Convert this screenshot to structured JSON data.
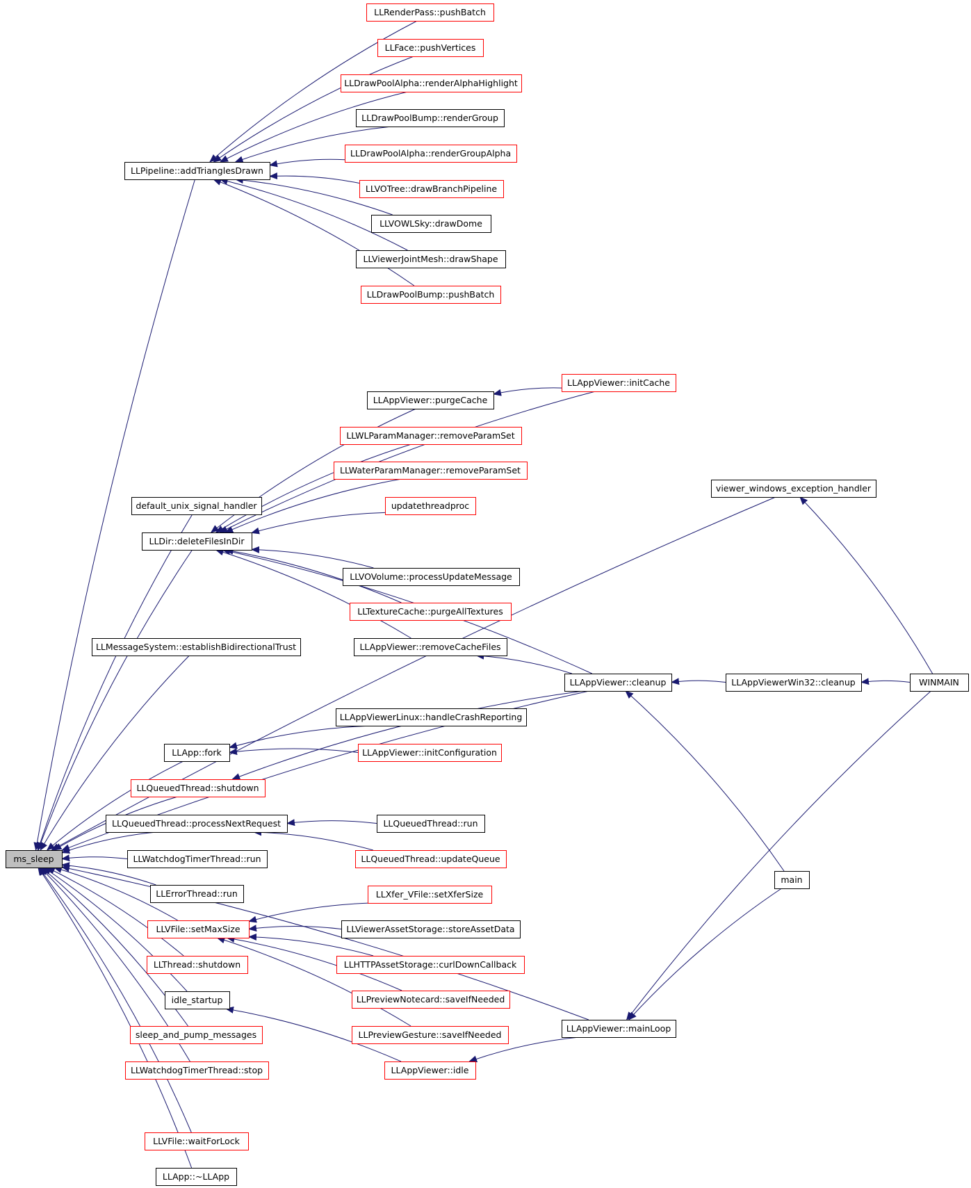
{
  "colors": {
    "edge": "#191970",
    "truncated_border": "#ff0000",
    "normal_border": "#000000",
    "root_fill": "#bfbfbf"
  },
  "nodes": [
    {
      "id": "ms_sleep",
      "label": "ms_sleep",
      "style": "root"
    },
    {
      "id": "addTriangles",
      "label": "LLPipeline::addTrianglesDrawn",
      "style": "normal"
    },
    {
      "id": "rp_pushBatch",
      "label": "LLRenderPass::pushBatch",
      "style": "truncated"
    },
    {
      "id": "face_pushVerts",
      "label": "LLFace::pushVertices",
      "style": "truncated"
    },
    {
      "id": "dpa_renderAlphaHL",
      "label": "LLDrawPoolAlpha::renderAlphaHighlight",
      "style": "truncated"
    },
    {
      "id": "dpb_renderGroup",
      "label": "LLDrawPoolBump::renderGroup",
      "style": "normal"
    },
    {
      "id": "dpa_renderGroupAlpha",
      "label": "LLDrawPoolAlpha::renderGroupAlpha",
      "style": "truncated"
    },
    {
      "id": "votree_drawBranch",
      "label": "LLVOTree::drawBranchPipeline",
      "style": "truncated"
    },
    {
      "id": "vowlsky_drawDome",
      "label": "LLVOWLSky::drawDome",
      "style": "normal"
    },
    {
      "id": "vjm_drawShape",
      "label": "LLViewerJointMesh::drawShape",
      "style": "normal"
    },
    {
      "id": "dpb_pushBatch",
      "label": "LLDrawPoolBump::pushBatch",
      "style": "truncated"
    },
    {
      "id": "av_initCache",
      "label": "LLAppViewer::initCache",
      "style": "truncated"
    },
    {
      "id": "av_purgeCache",
      "label": "LLAppViewer::purgeCache",
      "style": "normal"
    },
    {
      "id": "wlpm_remove",
      "label": "LLWLParamManager::removeParamSet",
      "style": "truncated"
    },
    {
      "id": "wpm_remove",
      "label": "LLWaterParamManager::removeParamSet",
      "style": "truncated"
    },
    {
      "id": "updatethreadproc",
      "label": "updatethreadproc",
      "style": "truncated"
    },
    {
      "id": "vwe_handler",
      "label": "viewer_windows_exception_handler",
      "style": "normal"
    },
    {
      "id": "default_unix",
      "label": "default_unix_signal_handler",
      "style": "normal"
    },
    {
      "id": "dir_delete",
      "label": "LLDir::deleteFilesInDir",
      "style": "normal"
    },
    {
      "id": "vov_processUpdate",
      "label": "LLVOVolume::processUpdateMessage",
      "style": "normal"
    },
    {
      "id": "tc_purgeAll",
      "label": "LLTextureCache::purgeAllTextures",
      "style": "truncated"
    },
    {
      "id": "ms_establish",
      "label": "LLMessageSystem::establishBidirectionalTrust",
      "style": "normal"
    },
    {
      "id": "av_removeCache",
      "label": "LLAppViewer::removeCacheFiles",
      "style": "normal"
    },
    {
      "id": "av_cleanup",
      "label": "LLAppViewer::cleanup",
      "style": "normal"
    },
    {
      "id": "avw32_cleanup",
      "label": "LLAppViewerWin32::cleanup",
      "style": "normal"
    },
    {
      "id": "winmain",
      "label": "WINMAIN",
      "style": "normal"
    },
    {
      "id": "avl_handleCrash",
      "label": "LLAppViewerLinux::handleCrashReporting",
      "style": "normal"
    },
    {
      "id": "app_fork",
      "label": "LLApp::fork",
      "style": "normal"
    },
    {
      "id": "av_initConfig",
      "label": "LLAppViewer::initConfiguration",
      "style": "truncated"
    },
    {
      "id": "qt_shutdown",
      "label": "LLQueuedThread::shutdown",
      "style": "truncated"
    },
    {
      "id": "qt_processNext",
      "label": "LLQueuedThread::processNextRequest",
      "style": "normal"
    },
    {
      "id": "qt_run",
      "label": "LLQueuedThread::run",
      "style": "normal"
    },
    {
      "id": "qt_updateQueue",
      "label": "LLQueuedThread::updateQueue",
      "style": "truncated"
    },
    {
      "id": "wtt_run",
      "label": "LLWatchdogTimerThread::run",
      "style": "normal"
    },
    {
      "id": "main",
      "label": "main",
      "style": "normal"
    },
    {
      "id": "et_run",
      "label": "LLErrorThread::run",
      "style": "normal"
    },
    {
      "id": "xfer_setSize",
      "label": "LLXfer_VFile::setXferSize",
      "style": "truncated"
    },
    {
      "id": "vfile_setMax",
      "label": "LLVFile::setMaxSize",
      "style": "truncated"
    },
    {
      "id": "vas_store",
      "label": "LLViewerAssetStorage::storeAssetData",
      "style": "normal"
    },
    {
      "id": "thread_shutdown",
      "label": "LLThread::shutdown",
      "style": "truncated"
    },
    {
      "id": "http_curlDown",
      "label": "LLHTTPAssetStorage::curlDownCallback",
      "style": "truncated"
    },
    {
      "id": "pn_save",
      "label": "LLPreviewNotecard::saveIfNeeded",
      "style": "truncated"
    },
    {
      "id": "idle_startup",
      "label": "idle_startup",
      "style": "normal"
    },
    {
      "id": "pg_save",
      "label": "LLPreviewGesture::saveIfNeeded",
      "style": "truncated"
    },
    {
      "id": "av_mainLoop",
      "label": "LLAppViewer::mainLoop",
      "style": "normal"
    },
    {
      "id": "sleep_pump",
      "label": "sleep_and_pump_messages",
      "style": "truncated"
    },
    {
      "id": "wtt_stop",
      "label": "LLWatchdogTimerThread::stop",
      "style": "truncated"
    },
    {
      "id": "av_idle",
      "label": "LLAppViewer::idle",
      "style": "truncated"
    },
    {
      "id": "vfile_waitLock",
      "label": "LLVFile::waitForLock",
      "style": "truncated"
    },
    {
      "id": "app_dtor",
      "label": "LLApp::~LLApp",
      "style": "normal"
    }
  ],
  "edges": [
    {
      "from": "addTriangles",
      "to": "ms_sleep"
    },
    {
      "from": "rp_pushBatch",
      "to": "addTriangles"
    },
    {
      "from": "face_pushVerts",
      "to": "addTriangles"
    },
    {
      "from": "dpa_renderAlphaHL",
      "to": "addTriangles"
    },
    {
      "from": "dpb_renderGroup",
      "to": "addTriangles"
    },
    {
      "from": "dpa_renderGroupAlpha",
      "to": "addTriangles"
    },
    {
      "from": "votree_drawBranch",
      "to": "addTriangles"
    },
    {
      "from": "vowlsky_drawDome",
      "to": "addTriangles"
    },
    {
      "from": "vjm_drawShape",
      "to": "addTriangles"
    },
    {
      "from": "dpb_pushBatch",
      "to": "addTriangles"
    },
    {
      "from": "vwe_handler",
      "to": "ms_sleep"
    },
    {
      "from": "winmain",
      "to": "vwe_handler"
    },
    {
      "from": "av_initCache",
      "to": "av_purgeCache"
    },
    {
      "from": "av_purgeCache",
      "to": "dir_delete"
    },
    {
      "from": "av_initCache",
      "to": "dir_delete"
    },
    {
      "from": "wlpm_remove",
      "to": "dir_delete"
    },
    {
      "from": "wpm_remove",
      "to": "dir_delete"
    },
    {
      "from": "updatethreadproc",
      "to": "dir_delete"
    },
    {
      "from": "av_cleanup",
      "to": "dir_delete"
    },
    {
      "from": "vov_processUpdate",
      "to": "dir_delete"
    },
    {
      "from": "tc_purgeAll",
      "to": "dir_delete"
    },
    {
      "from": "av_removeCache",
      "to": "dir_delete"
    },
    {
      "from": "av_cleanup",
      "to": "av_removeCache"
    },
    {
      "from": "default_unix",
      "to": "ms_sleep"
    },
    {
      "from": "dir_delete",
      "to": "ms_sleep"
    },
    {
      "from": "ms_establish",
      "to": "ms_sleep"
    },
    {
      "from": "av_cleanup",
      "to": "ms_sleep"
    },
    {
      "from": "avw32_cleanup",
      "to": "av_cleanup"
    },
    {
      "from": "winmain",
      "to": "avw32_cleanup"
    },
    {
      "from": "main",
      "to": "av_cleanup"
    },
    {
      "from": "avl_handleCrash",
      "to": "app_fork"
    },
    {
      "from": "av_initConfig",
      "to": "app_fork"
    },
    {
      "from": "app_fork",
      "to": "ms_sleep"
    },
    {
      "from": "av_cleanup",
      "to": "qt_shutdown"
    },
    {
      "from": "qt_shutdown",
      "to": "ms_sleep"
    },
    {
      "from": "qt_run",
      "to": "qt_processNext"
    },
    {
      "from": "qt_updateQueue",
      "to": "qt_processNext"
    },
    {
      "from": "qt_processNext",
      "to": "ms_sleep"
    },
    {
      "from": "wtt_run",
      "to": "ms_sleep"
    },
    {
      "from": "et_run",
      "to": "ms_sleep"
    },
    {
      "from": "xfer_setSize",
      "to": "vfile_setMax"
    },
    {
      "from": "vas_store",
      "to": "vfile_setMax"
    },
    {
      "from": "http_curlDown",
      "to": "vfile_setMax"
    },
    {
      "from": "pn_save",
      "to": "vfile_setMax"
    },
    {
      "from": "pg_save",
      "to": "vfile_setMax"
    },
    {
      "from": "vfile_setMax",
      "to": "ms_sleep"
    },
    {
      "from": "thread_shutdown",
      "to": "ms_sleep"
    },
    {
      "from": "av_idle",
      "to": "idle_startup"
    },
    {
      "from": "idle_startup",
      "to": "ms_sleep"
    },
    {
      "from": "av_mainLoop",
      "to": "av_idle"
    },
    {
      "from": "main",
      "to": "av_mainLoop"
    },
    {
      "from": "winmain",
      "to": "av_mainLoop"
    },
    {
      "from": "sleep_pump",
      "to": "ms_sleep"
    },
    {
      "from": "wtt_stop",
      "to": "ms_sleep"
    },
    {
      "from": "av_mainLoop",
      "to": "ms_sleep"
    },
    {
      "from": "vfile_waitLock",
      "to": "ms_sleep"
    },
    {
      "from": "app_dtor",
      "to": "ms_sleep"
    }
  ]
}
